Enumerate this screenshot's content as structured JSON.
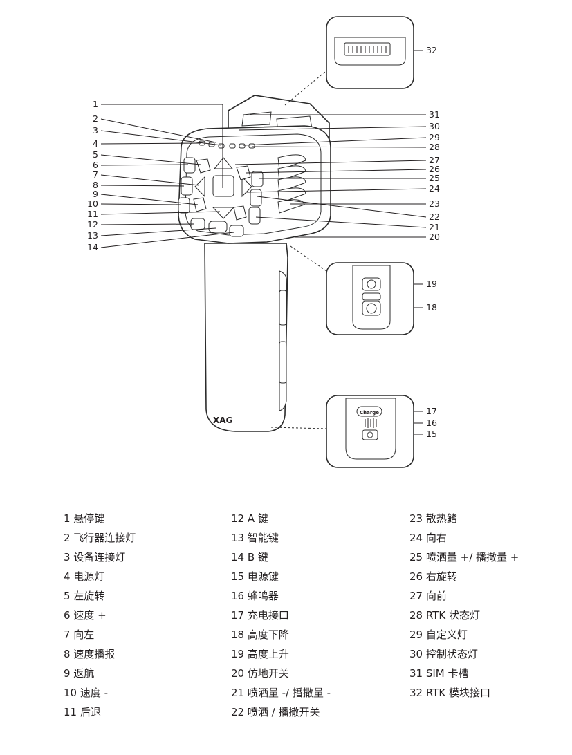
{
  "figure": {
    "brand": "XAG",
    "charge_label": "Charge",
    "callouts_left": [
      "1",
      "2",
      "3",
      "4",
      "5",
      "6",
      "7",
      "8",
      "9",
      "10",
      "11",
      "12",
      "13",
      "14"
    ],
    "callouts_right": [
      "31",
      "30",
      "29",
      "28",
      "27",
      "26",
      "25",
      "24",
      "23",
      "22",
      "21",
      "20"
    ],
    "callouts_inset_top": [
      "32"
    ],
    "callouts_inset_mid": [
      "19",
      "18"
    ],
    "callouts_inset_bottom": [
      "17",
      "16",
      "15"
    ]
  },
  "legend": {
    "col1": [
      "1 悬停键",
      "2 飞行器连接灯",
      "3 设备连接灯",
      "4 电源灯",
      "5 左旋转",
      "6 速度 +",
      "7 向左",
      "8 速度播报",
      "9 返航",
      "10 速度 -",
      "11 后退"
    ],
    "col2": [
      "12 A 键",
      "13 智能键",
      "14 B 键",
      "15 电源键",
      "16 蜂鸣器",
      "17 充电接口",
      "18 高度下降",
      "19 高度上升",
      "20 仿地开关",
      "21 喷洒量 -/ 播撒量 -",
      "22 喷洒 / 播撒开关"
    ],
    "col3": [
      "23 散热鳍",
      "24 向右",
      "25 喷洒量 +/ 播撒量 +",
      "26 右旋转",
      "27 向前",
      "28 RTK 状态灯",
      "29 自定义灯",
      "30 控制状态灯",
      "31 SIM 卡槽",
      "32 RTK 模块接口"
    ]
  }
}
